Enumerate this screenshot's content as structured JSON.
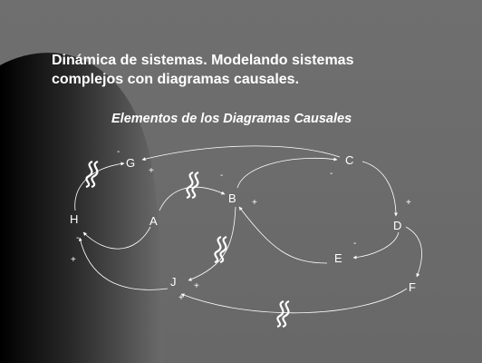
{
  "slide": {
    "title_line1": "Dinámica de sistemas. Modelando sistemas",
    "title_line2": "complejos con diagramas causales.",
    "subtitle": "Elementos de los Diagramas Causales",
    "colors": {
      "background": "#6b6b6b",
      "text": "#ffffff",
      "accent_dark": "#000000"
    }
  },
  "diagram": {
    "nodes": [
      {
        "id": "G",
        "label": "G"
      },
      {
        "id": "C",
        "label": "C"
      },
      {
        "id": "B",
        "label": "B"
      },
      {
        "id": "A",
        "label": "A"
      },
      {
        "id": "H",
        "label": "H"
      },
      {
        "id": "D",
        "label": "D"
      },
      {
        "id": "E",
        "label": "E"
      },
      {
        "id": "J",
        "label": "J"
      },
      {
        "id": "F",
        "label": "F"
      }
    ],
    "signs": [
      "-",
      "+",
      "-",
      "-",
      "+",
      "+",
      "-",
      "-",
      "+",
      "+",
      "+"
    ],
    "links": [
      {
        "from": "C",
        "to": "G",
        "sign": "-"
      },
      {
        "from": "H",
        "to": "G",
        "sign": "+",
        "delay": true
      },
      {
        "from": "A",
        "to": "B",
        "sign": "-",
        "delay": true
      },
      {
        "from": "B",
        "to": "C",
        "sign": "-"
      },
      {
        "from": "C",
        "to": "D",
        "sign": "+"
      },
      {
        "from": "D",
        "to": "E",
        "sign": "-"
      },
      {
        "from": "E",
        "to": "B",
        "sign": "+"
      },
      {
        "from": "A",
        "to": "H",
        "sign": "-"
      },
      {
        "from": "B",
        "to": "J",
        "sign": "+",
        "delay": true
      },
      {
        "from": "J",
        "to": "H",
        "sign": "+"
      },
      {
        "from": "F",
        "to": "J",
        "sign": "+",
        "delay": true
      },
      {
        "from": "D",
        "to": "F",
        "sign": ""
      }
    ]
  }
}
